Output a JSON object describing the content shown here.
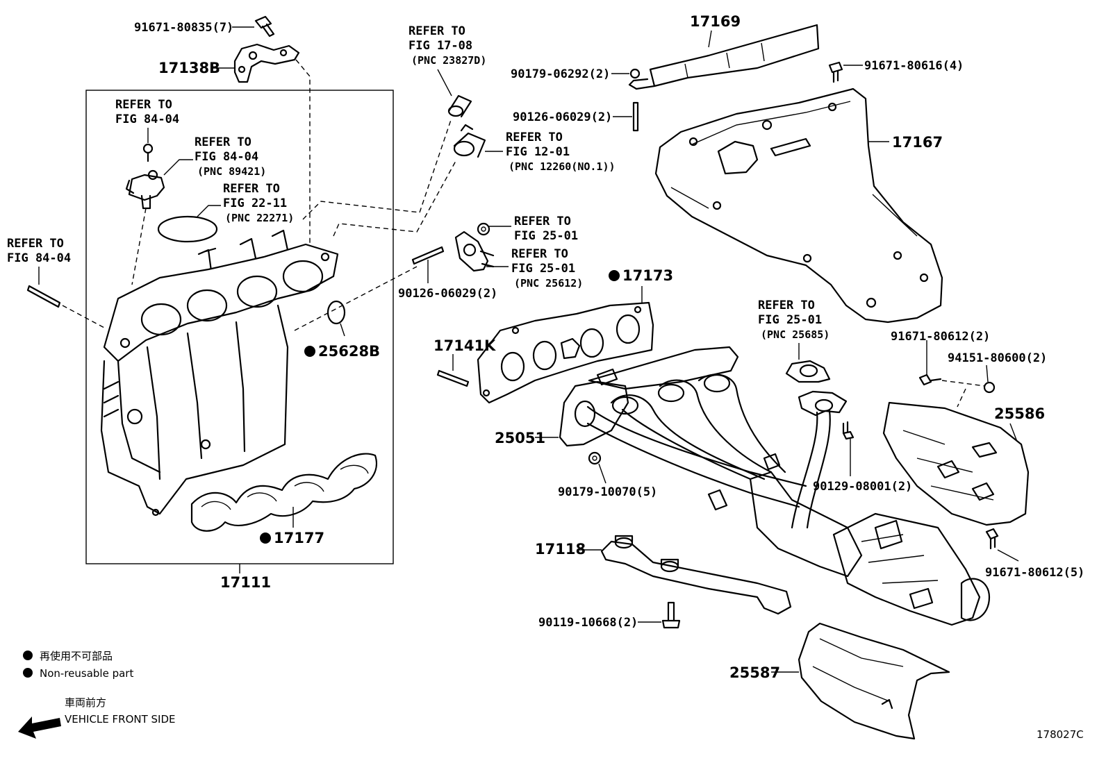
{
  "labels": {
    "p91671_80835": "91671-80835(7)",
    "p17138B": "17138B",
    "p17111": "17111",
    "p17177": "17177",
    "p25628B": "25628B",
    "p90126_06029_a": "90126-06029(2)",
    "p90126_06029_b": "90126-06029(2)",
    "p90179_06292": "90179-06292(2)",
    "p17169": "17169",
    "p91671_80616": "91671-80616(4)",
    "p17167": "17167",
    "p17173": "17173",
    "p17141K": "17141K",
    "p25051": "25051",
    "p90179_10070": "90179-10070(5)",
    "p90129_08001": "90129-08001(2)",
    "p91671_80612_a": "91671-80612(2)",
    "p94151_80600": "94151-80600(2)",
    "p25586": "25586",
    "p91671_80612_b": "91671-80612(5)",
    "p17118": "17118",
    "p90119_10668": "90119-10668(2)",
    "p25587": "25587",
    "fig_code": "178027C"
  },
  "refs": {
    "ref_17_08": {
      "l1": "REFER TO",
      "l2": "FIG 17-08",
      "l3": "(PNC 23827D)"
    },
    "ref_12_01": {
      "l1": "REFER TO",
      "l2": "FIG 12-01",
      "l3": "(PNC 12260(NO.1))"
    },
    "ref_84_04_a": {
      "l1": "REFER TO",
      "l2": "FIG 84-04"
    },
    "ref_84_04_b": {
      "l1": "REFER TO",
      "l2": "FIG 84-04",
      "l3": "(PNC 89421)"
    },
    "ref_22_11": {
      "l1": "REFER TO",
      "l2": "FIG 22-11",
      "l3": "(PNC 22271)"
    },
    "ref_84_04_c": {
      "l1": "REFER TO",
      "l2": "FIG 84-04"
    },
    "ref_25_01_a": {
      "l1": "REFER TO",
      "l2": "FIG 25-01"
    },
    "ref_25_01_b": {
      "l1": "REFER TO",
      "l2": "FIG 25-01",
      "l3": "(PNC 25612)"
    },
    "ref_25_01_c": {
      "l1": "REFER TO",
      "l2": "FIG 25-01",
      "l3": "(PNC 25685)"
    }
  },
  "legend": {
    "jp": "再使用不可部品",
    "en": "Non-reusable part",
    "front_jp": "車両前方",
    "front_en": "VEHICLE FRONT SIDE"
  }
}
